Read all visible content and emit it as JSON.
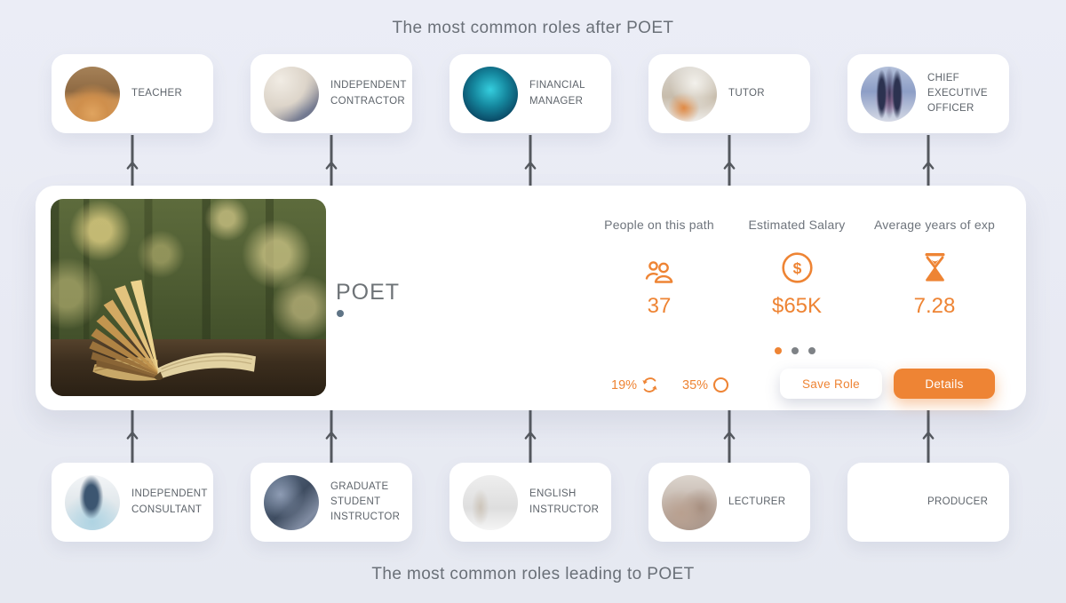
{
  "titles": {
    "after": "The most common roles after POET",
    "before": "The most common roles leading to POET"
  },
  "roles_after": [
    {
      "label": "TEACHER",
      "image": "museum"
    },
    {
      "label": "INDEPENDENT CONTRACTOR",
      "image": "handshake"
    },
    {
      "label": "FINANCIAL MANAGER",
      "image": "circuit"
    },
    {
      "label": "TUTOR",
      "image": "classroom"
    },
    {
      "label": "CHIEF EXECUTIVE OFFICER",
      "image": "silhouettes"
    }
  ],
  "roles_before": [
    {
      "label": "INDEPENDENT CONSULTANT",
      "image": "consultant"
    },
    {
      "label": "GRADUATE STUDENT INSTRUCTOR",
      "image": "seminar"
    },
    {
      "label": "ENGLISH INSTRUCTOR",
      "image": "whiteboard"
    },
    {
      "label": "LECTURER",
      "image": "audience"
    },
    {
      "label": "PRODUCER",
      "image": "studio"
    }
  ],
  "role_card": {
    "title": "POET",
    "stats": [
      {
        "label": "People on this path",
        "icon": "people-icon",
        "value": "37"
      },
      {
        "label": "Estimated Salary",
        "icon": "dollar-circle-icon",
        "value": "$65K"
      },
      {
        "label": "Average years of exp",
        "icon": "hourglass-icon",
        "value": "7.28"
      }
    ],
    "carousel": {
      "count": 3,
      "active_index": 0
    },
    "metrics": [
      {
        "value": "19%",
        "icon": "refresh-icon"
      },
      {
        "value": "35%",
        "icon": "circle-outline-icon"
      }
    ],
    "buttons": {
      "save": "Save Role",
      "details": "Details"
    }
  },
  "colors": {
    "accent": "#EE8434",
    "background": "#E9EBF4",
    "arrow": "#54585E",
    "label_gray": "#5E646B",
    "title_gray": "#6A7078"
  }
}
